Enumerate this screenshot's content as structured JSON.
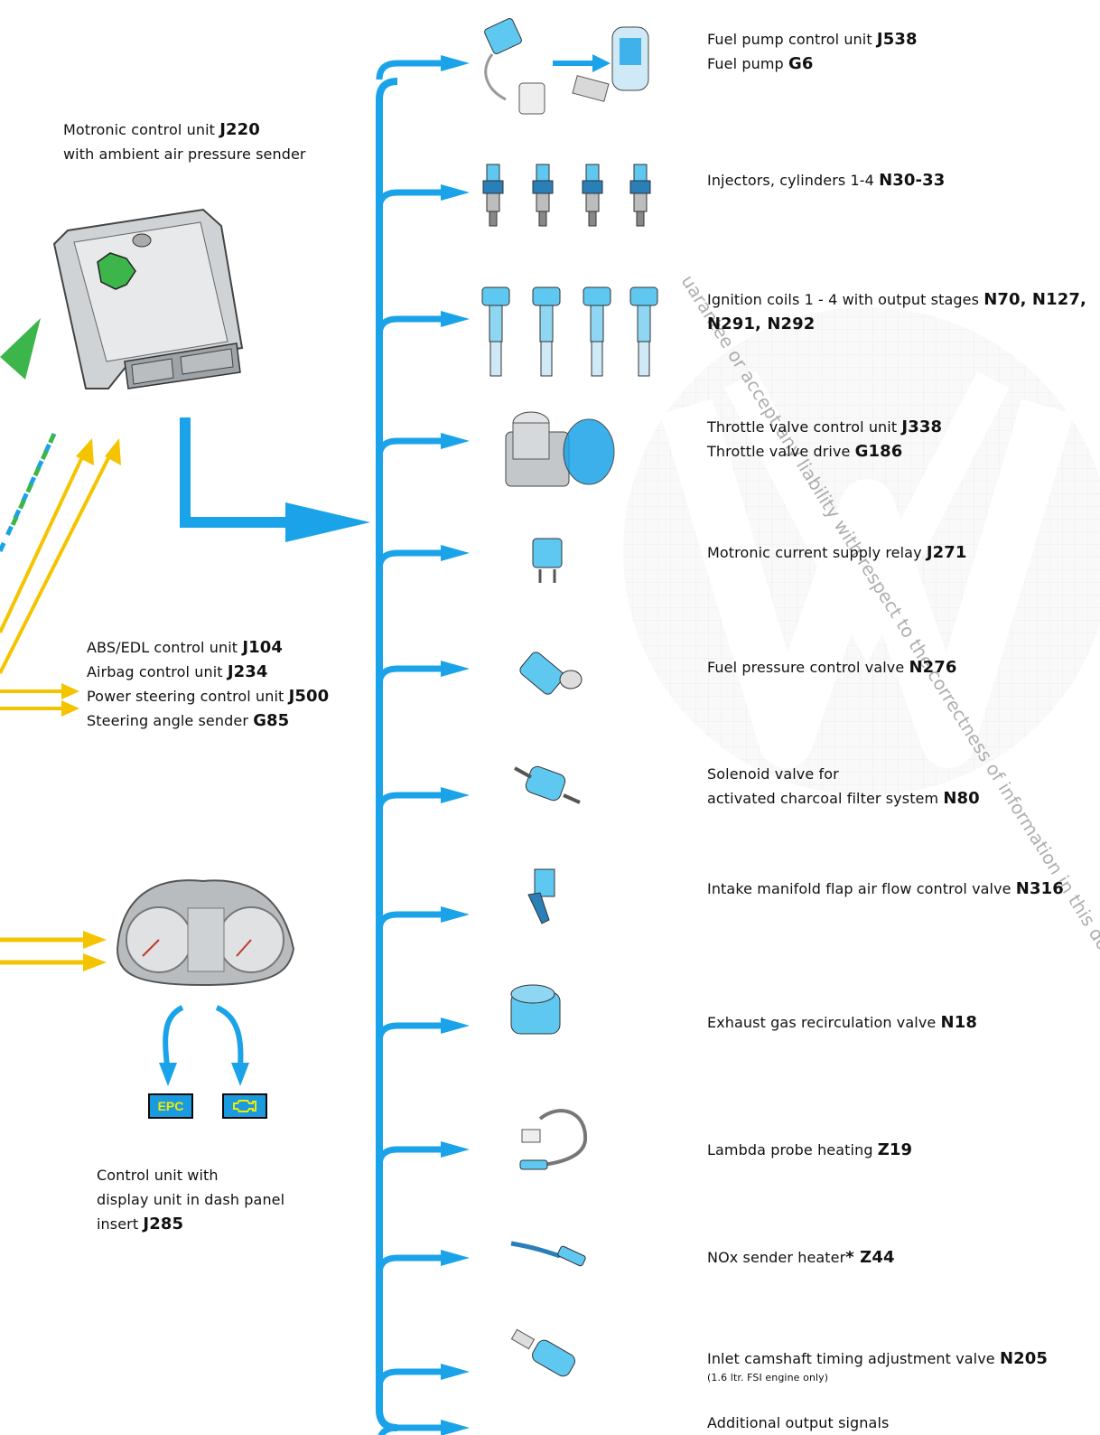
{
  "ecu": {
    "line1": "Motronic control unit ",
    "code": "J220",
    "line2": "with ambient air pressure sender"
  },
  "inputs": {
    "lines": [
      {
        "text": "ABS/EDL control unit ",
        "code": "J104"
      },
      {
        "text": "Airbag control unit ",
        "code": "J234"
      },
      {
        "text": "Power steering control unit ",
        "code": "J500"
      },
      {
        "text": "Steering angle sender ",
        "code": "G85"
      }
    ]
  },
  "dash": {
    "line1": "Control unit with",
    "line2": "display unit in dash panel",
    "line3": "insert ",
    "code": "J285",
    "epc_label": "EPC",
    "engine_icon": "check-engine-icon"
  },
  "outputs": [
    {
      "lines": [
        {
          "text": "Fuel pump control unit ",
          "code": "J538"
        },
        {
          "text": "Fuel pump ",
          "code": "G6"
        }
      ],
      "icon": "fuel-pump-icon"
    },
    {
      "lines": [
        {
          "text": "Injectors, cylinders 1-4 ",
          "code": "N30-33"
        }
      ],
      "icon": "injector-icon"
    },
    {
      "lines": [
        {
          "text": "Ignition coils 1 - 4 with output stages ",
          "code": "N70, N127,"
        },
        {
          "text": "",
          "code": "N291, N292"
        }
      ],
      "icon": "ignition-coil-icon"
    },
    {
      "lines": [
        {
          "text": "Throttle valve control unit ",
          "code": "J338"
        },
        {
          "text": "Throttle valve drive ",
          "code": "G186"
        }
      ],
      "icon": "throttle-valve-icon"
    },
    {
      "lines": [
        {
          "text": "Motronic current supply relay ",
          "code": "J271"
        }
      ],
      "icon": "relay-icon"
    },
    {
      "lines": [
        {
          "text": "Fuel pressure control valve ",
          "code": "N276"
        }
      ],
      "icon": "pressure-valve-icon"
    },
    {
      "lines": [
        {
          "text": "Solenoid valve for",
          "code": ""
        },
        {
          "text": "activated charcoal filter system ",
          "code": "N80"
        }
      ],
      "icon": "solenoid-valve-icon"
    },
    {
      "lines": [
        {
          "text": "Intake manifold flap air flow control valve ",
          "code": "N316"
        }
      ],
      "icon": "intake-flap-valve-icon"
    },
    {
      "lines": [
        {
          "text": "Exhaust gas recirculation valve ",
          "code": "N18"
        }
      ],
      "icon": "egr-valve-icon"
    },
    {
      "lines": [
        {
          "text": "Lambda probe heating  ",
          "code": "Z19"
        }
      ],
      "icon": "lambda-probe-icon"
    },
    {
      "lines": [
        {
          "text": "NOx sender heater",
          "code": "* Z44"
        }
      ],
      "icon": "nox-sender-icon"
    },
    {
      "lines": [
        {
          "text": "Inlet camshaft timing adjustment valve ",
          "code": "N205"
        }
      ],
      "note": "(1.6 ltr. FSI engine only)",
      "icon": "camshaft-valve-icon"
    },
    {
      "lines": [
        {
          "text": "Additional output signals",
          "code": ""
        }
      ],
      "icon": ""
    }
  ],
  "watermark": {
    "text1": "uarantee or accept any liability with respect to the correctness of information in this document. Copyright by",
    "colors": {
      "blue": "#1aa3e8",
      "yellow": "#f5c400",
      "green": "#3cb54a"
    }
  }
}
